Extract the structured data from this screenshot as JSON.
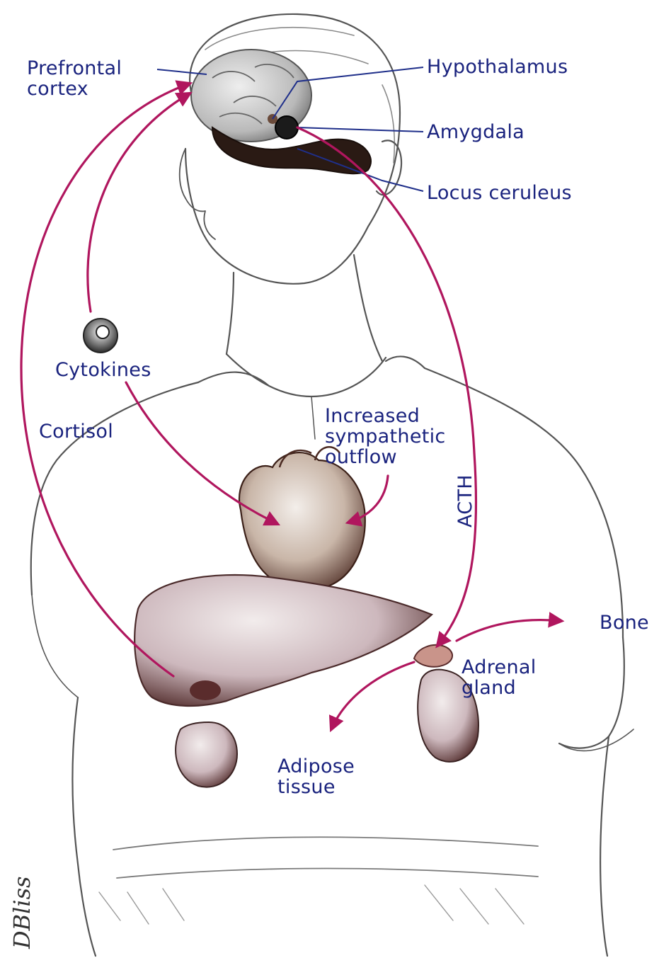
{
  "labels": {
    "prefrontal_cortex": "Prefrontal\ncortex",
    "hypothalamus": "Hypothalamus",
    "amygdala": "Amygdala",
    "locus_ceruleus": "Locus ceruleus",
    "cytokines": "Cytokines",
    "cortisol": "Cortisol",
    "increased_sympathetic_outflow": "Increased\nsympathetic\noutflow",
    "acth": "ACTH",
    "bone": "Bone",
    "adrenal_gland": "Adrenal\ngland",
    "adipose_tissue": "Adipose\ntissue"
  },
  "signature": "DBliss",
  "colors": {
    "label_text": "#1a237e",
    "arrow": "#b0165e",
    "leader_line": "#1f2f8a",
    "sketch": "#555555",
    "organ_fill": "#d9c9cc",
    "organ_dark": "#5a2c2c",
    "brain_dark": "#2a1a14"
  }
}
